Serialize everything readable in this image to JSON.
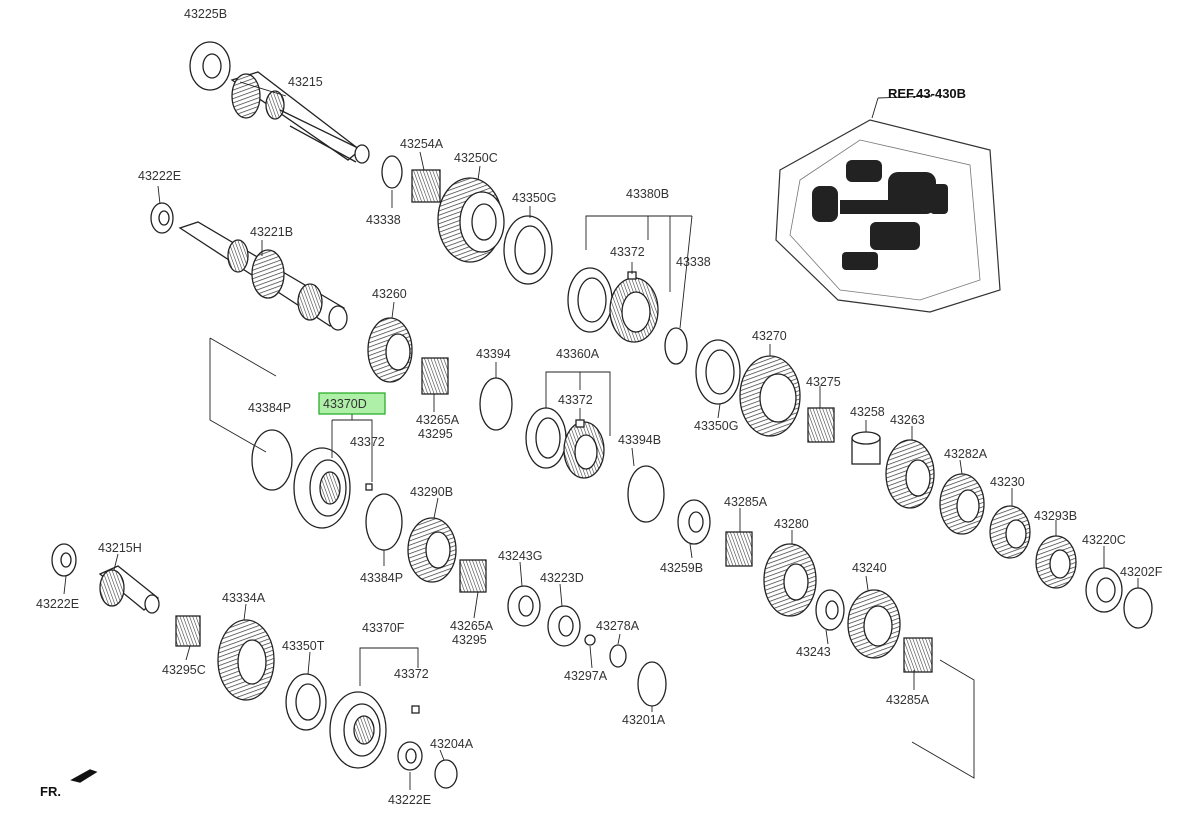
{
  "diagram": {
    "reference_label": "REF.43-430B",
    "orientation_label": "FR.",
    "highlighted_label": "43370D",
    "labels": [
      "43225B",
      "43215",
      "43254A",
      "43250C",
      "43338",
      "43222E",
      "43221B",
      "43350G",
      "43380B",
      "43372",
      "43338",
      "43260",
      "43394",
      "43360A",
      "43372",
      "43270",
      "43275",
      "43384P",
      "43370D",
      "43372",
      "43265A",
      "43295",
      "43350G",
      "43258",
      "43263",
      "43394B",
      "43282A",
      "43290B",
      "43230",
      "43285A",
      "43293B",
      "43384P",
      "43280",
      "43220C",
      "43202F",
      "43215H",
      "43243G",
      "43223D",
      "43240",
      "43259B",
      "43222E",
      "43334A",
      "43265A",
      "43295",
      "43243",
      "43278A",
      "43350T",
      "43370F",
      "43372",
      "43295C",
      "43297A",
      "43201A",
      "43285A",
      "43204A",
      "43222E"
    ]
  },
  "colors": {
    "highlight_fill": "#aef0a8",
    "highlight_stroke": "#1ea81e",
    "line": "#222222"
  }
}
